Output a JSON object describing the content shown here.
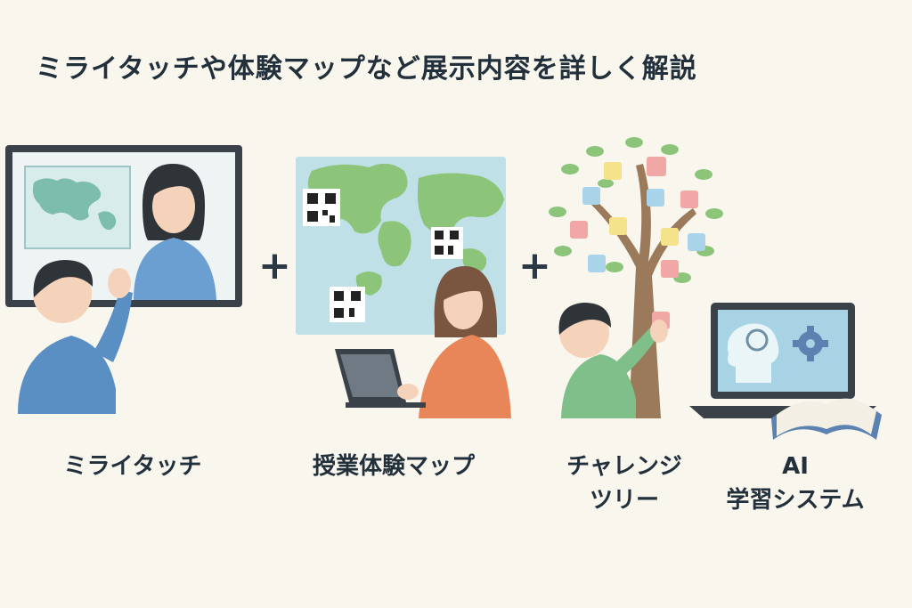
{
  "title": "ミライタッチや体験マップなど展示内容を詳しく解説",
  "operator": "+",
  "items": [
    {
      "icon": "interactive-whiteboard-icon",
      "label": [
        "ミライタッチ"
      ]
    },
    {
      "icon": "world-map-qr-icon",
      "label": [
        "授業体験マップ"
      ]
    },
    {
      "icon": "challenge-tree-icon",
      "label": [
        "チャレンジ",
        "ツリー"
      ]
    },
    {
      "icon": "ai-laptop-book-icon",
      "label": [
        "AI",
        "学習システム"
      ]
    }
  ],
  "colors": {
    "background": "#f9f6ee",
    "screen_frame": "#3b4148",
    "map_water": "#bfe0e6",
    "map_land": "#8cc47a",
    "person_blue": "#5a8fc4",
    "person_orange": "#e8865a",
    "person_green": "#7fc08a",
    "leaf_green": "#8cc47a",
    "trunk": "#9a7a5a"
  }
}
